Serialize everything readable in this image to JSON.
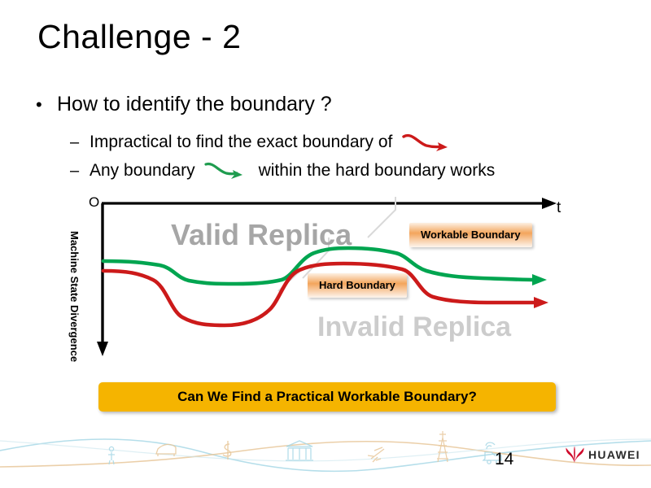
{
  "slide": {
    "title": "Challenge - 2",
    "page_number": "14"
  },
  "bullets": {
    "level1_marker": "•",
    "level2_marker": "–",
    "main": "How to identify the boundary ?",
    "sub1": "Impractical to find the exact boundary of",
    "sub2_before": "Any boundary",
    "sub2_after": "within the hard boundary works"
  },
  "chart": {
    "origin_label": "O",
    "x_axis_label": "t",
    "y_axis_label": "Machine State Divergence",
    "watermark_valid": "Valid Replica",
    "watermark_invalid": "Invalid Replica",
    "callout_workable": "Workable Boundary",
    "callout_hard": "Hard Boundary"
  },
  "cta": {
    "text": "Can We Find a Practical Workable Boundary?"
  },
  "logo": {
    "wordmark": "HUAWEI"
  },
  "colors": {
    "workable_curve_green": "#00a550",
    "hard_curve_red": "#cc1a1a",
    "banner_amber": "#f5b400",
    "callout_orange": "#f3a55c",
    "watermark_gray": "#a6a6a6",
    "watermark_light_gray": "#cccccc",
    "huawei_red": "#cf0a2c",
    "wave_blue": "#8fcfe0",
    "wave_tan": "#e8c79a"
  },
  "chart_data": {
    "type": "line",
    "title": "Machine State Divergence over time",
    "xlabel": "t",
    "ylabel": "Machine State Divergence",
    "axis_direction": "y increases downward from origin O at top-left",
    "grid": false,
    "legend": [
      "Workable Boundary",
      "Hard Boundary"
    ],
    "annotations": [
      "Valid Replica",
      "Invalid Replica"
    ],
    "series": [
      {
        "name": "Workable Boundary",
        "color": "#00a550",
        "x": [
          0,
          8,
          16,
          22,
          28,
          36,
          44,
          50,
          56,
          62,
          68,
          76,
          84,
          92,
          100
        ],
        "values": [
          26,
          26,
          28,
          36,
          40,
          41,
          41,
          34,
          20,
          18,
          19,
          24,
          38,
          42,
          43
        ]
      },
      {
        "name": "Hard Boundary",
        "color": "#cc1a1a",
        "x": [
          0,
          8,
          16,
          22,
          28,
          36,
          44,
          50,
          56,
          62,
          68,
          76,
          84,
          92,
          100
        ],
        "values": [
          33,
          34,
          42,
          62,
          74,
          77,
          74,
          54,
          32,
          30,
          31,
          36,
          54,
          59,
          60
        ]
      }
    ]
  }
}
